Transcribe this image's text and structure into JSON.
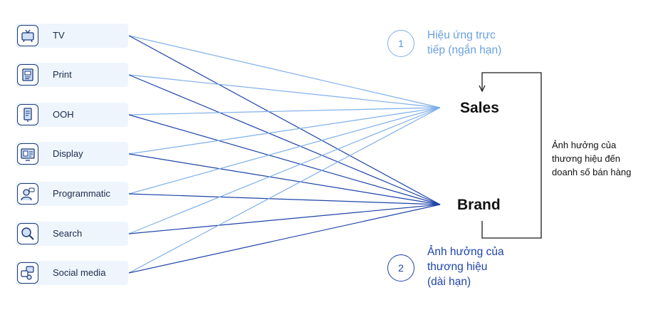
{
  "channels": [
    {
      "label": "TV",
      "icon": "tv-icon"
    },
    {
      "label": "Print",
      "icon": "print-icon"
    },
    {
      "label": "OOH",
      "icon": "billboard-icon"
    },
    {
      "label": "Display",
      "icon": "display-icon"
    },
    {
      "label": "Programmatic",
      "icon": "programmatic-icon"
    },
    {
      "label": "Search",
      "icon": "search-icon"
    },
    {
      "label": "Social media",
      "icon": "social-media-icon"
    }
  ],
  "targets": {
    "sales": "Sales",
    "brand": "Brand"
  },
  "effects": {
    "short_term": {
      "number": "1",
      "line1": "Hiệu ứng trực",
      "line2": "tiếp (ngắn hạn)"
    },
    "long_term": {
      "number": "2",
      "line1": "Ảnh hưởng của",
      "line2": "thương hiệu",
      "line3": "(dài hạn)"
    }
  },
  "brand_to_sales": {
    "line1": "Ảnh hưởng của",
    "line2": "thương hiệu đến",
    "line3": "doanh số bán hàng"
  },
  "colors": {
    "sales_line": "#7fb0ea",
    "brand_line": "#1e44a8",
    "channel_bg": "#eef5fd",
    "icon_stroke": "#1b3a7a"
  }
}
